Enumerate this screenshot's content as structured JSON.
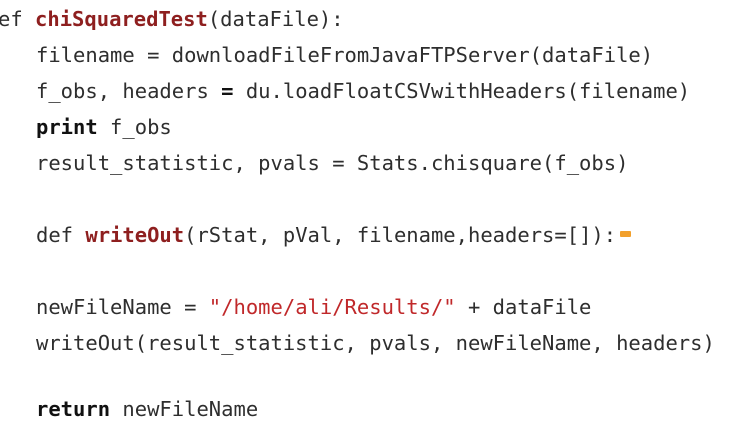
{
  "editor": {
    "accent_colors": {
      "keyword": "#111111",
      "function_name": "#8e1f1f",
      "string": "#c0282a",
      "fold_marker": "#f2a02c"
    },
    "lines": [
      {
        "id": "l1",
        "tokens": [
          {
            "t": "plain",
            "v": "ef "
          },
          {
            "t": "fn",
            "v": "chiSquaredTest"
          },
          {
            "t": "plain",
            "v": "(dataFile):"
          }
        ]
      },
      {
        "id": "l2",
        "tokens": [
          {
            "t": "plain",
            "v": "filename = downloadFileFromJavaFTPServer(dataFile)"
          }
        ]
      },
      {
        "id": "l3",
        "tokens": [
          {
            "t": "plain",
            "v": "f_obs, headers "
          },
          {
            "t": "kw",
            "v": "="
          },
          {
            "t": "plain",
            "v": " du.loadFloatCSVwithHeaders(filename)"
          }
        ]
      },
      {
        "id": "l4",
        "tokens": [
          {
            "t": "kw",
            "v": "print"
          },
          {
            "t": "plain",
            "v": " f_obs"
          }
        ]
      },
      {
        "id": "l5",
        "tokens": [
          {
            "t": "plain",
            "v": "result_statistic, pvals = Stats.chisquare(f_obs)"
          }
        ]
      },
      {
        "id": "l6",
        "tokens": [
          {
            "t": "plain",
            "v": "def "
          },
          {
            "t": "fn",
            "v": "writeOut"
          },
          {
            "t": "plain",
            "v": "(rStat, pVal, filename,headers=[]):"
          }
        ],
        "fold": true
      },
      {
        "id": "l7",
        "tokens": [
          {
            "t": "plain",
            "v": "newFileName = "
          },
          {
            "t": "str",
            "v": "\"/home/ali/Results/\""
          },
          {
            "t": "plain",
            "v": " + dataFile"
          }
        ]
      },
      {
        "id": "l8",
        "tokens": [
          {
            "t": "plain",
            "v": "writeOut(result_statistic, pvals, newFileName, headers)"
          }
        ]
      },
      {
        "id": "l9",
        "tokens": [
          {
            "t": "kw",
            "v": "return"
          },
          {
            "t": "plain",
            "v": " newFileName"
          }
        ]
      }
    ]
  }
}
